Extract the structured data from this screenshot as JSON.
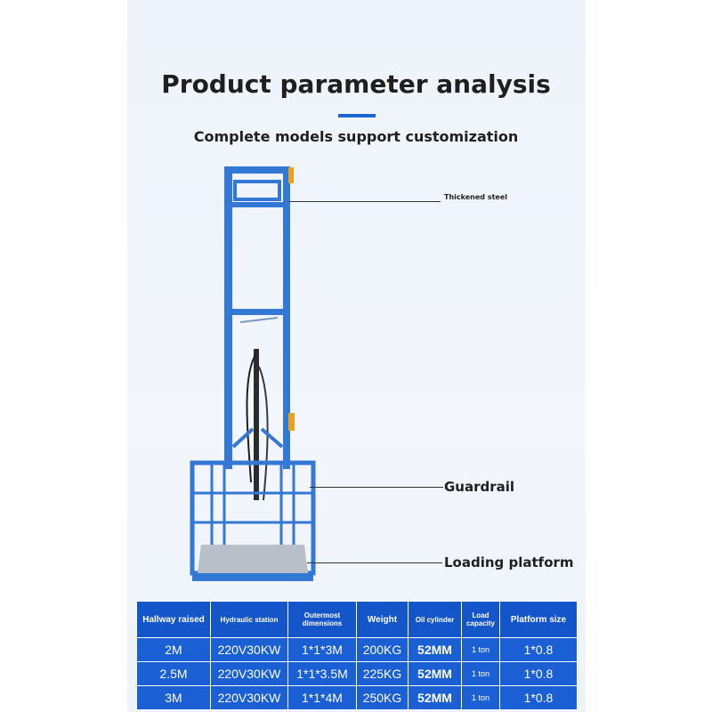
{
  "header": {
    "title": "Product parameter analysis",
    "subtitle": "Complete models support customization"
  },
  "callouts": {
    "top": "Thickened steel",
    "guardrail": "Guardrail",
    "platform": "Loading platform"
  },
  "colors": {
    "frame_blue": "#3478d6",
    "table_header": "#1456c9",
    "table_cell": "#1a5fd4",
    "accent_bar": "#1a66d0"
  },
  "table": {
    "headers": [
      "Hallway raised",
      "Hydraulic station",
      "Outermost dimensions",
      "Weight",
      "Oil cylinder",
      "Load capacity",
      "Platform size"
    ],
    "rows": [
      [
        "2M",
        "220V30KW",
        "1*1*3M",
        "200KG",
        "52MM",
        "1 ton",
        "1*0.8"
      ],
      [
        "2.5M",
        "220V30KW",
        "1*1*3.5M",
        "225KG",
        "52MM",
        "1 ton",
        "1*0.8"
      ],
      [
        "3M",
        "220V30KW",
        "1*1*4M",
        "250KG",
        "52MM",
        "1 ton",
        "1*0.8"
      ]
    ]
  }
}
